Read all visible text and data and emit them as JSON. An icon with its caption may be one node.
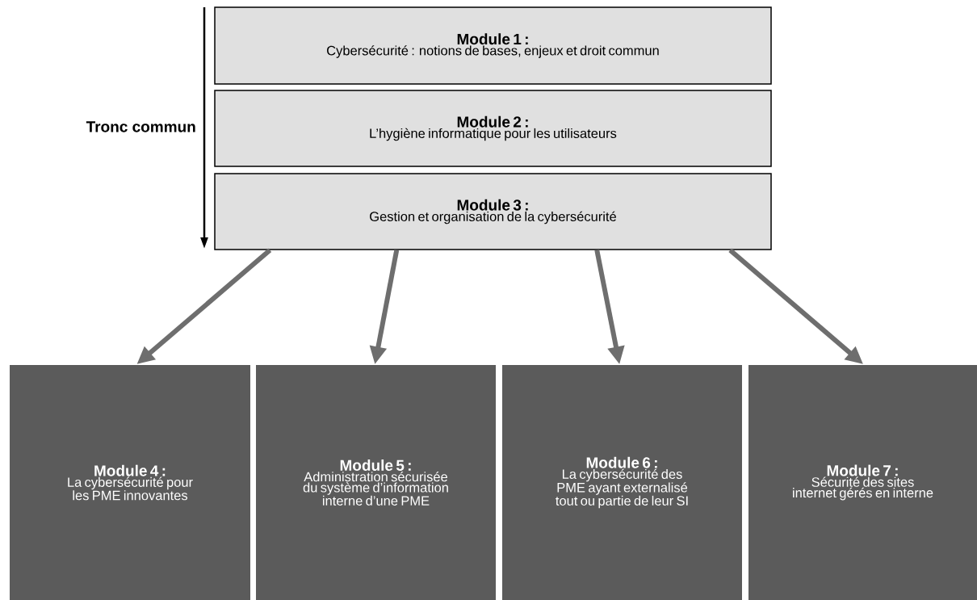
{
  "diagram": {
    "nodes": [
      {
        "text": [
          "Module 1 :",
          "Cybersécurité : notions de bases, enjeux et droit commun"
        ]
      },
      {
        "text": [
          "Module 2 :",
          "L’hygiène informatique pour les utilisateurs"
        ]
      },
      {
        "text": [
          "Module 3 :",
          "Gestion et organisation de la cybersécurité"
        ]
      },
      {
        "text": [
          "Module 4 :",
          "La cybersécurité pour les PME innovantes"
        ]
      },
      {
        "text": [
          "Module 5 :",
          "Administration sécurisée du système d’information interne d’une PME"
        ]
      },
      {
        "text": [
          "Module 6 :",
          "La cybersécurité des PME ayant externalisé tout ou partie de leur SI"
        ]
      },
      {
        "text": [
          "Module 7 :",
          "Sécurité des sites internet gérés en interne"
        ]
      }
    ],
    "edges": [
      {
        "from": 2,
        "to": 3,
        "arrow": "to"
      },
      {
        "from": 2,
        "to": 4,
        "arrow": "to"
      },
      {
        "from": 2,
        "to": 5,
        "arrow": "to"
      },
      {
        "from": 2,
        "to": 6,
        "arrow": "to"
      }
    ],
    "labels": [
      "Tronc commun"
    ]
  }
}
